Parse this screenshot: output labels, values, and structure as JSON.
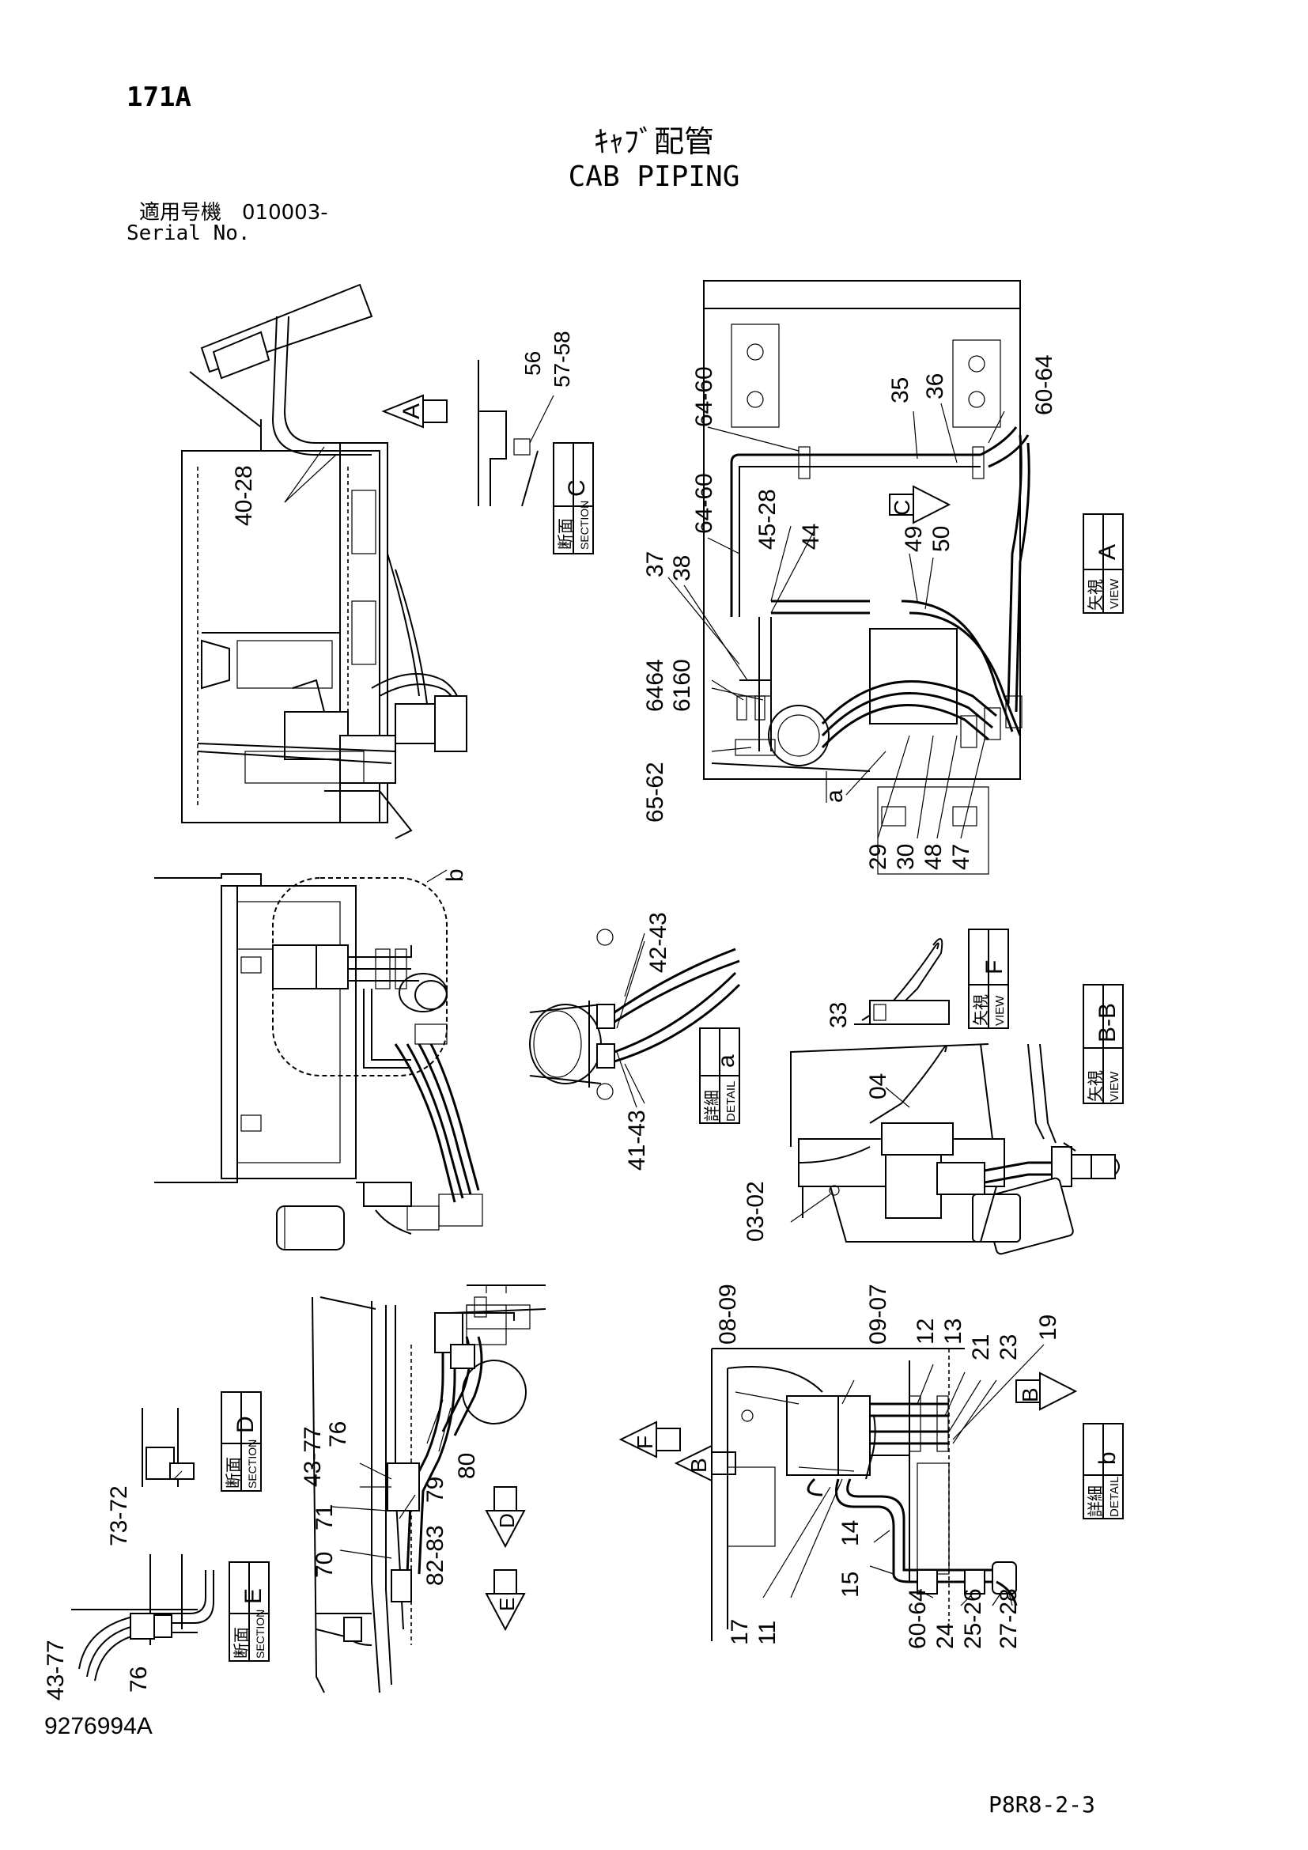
{
  "header": {
    "page_number": "171A",
    "title_jp": "ｷｬﾌﾞ配管",
    "title_en": "CAB PIPING",
    "serial_jp": "適用号機　010003-",
    "serial_en": "Serial No."
  },
  "footer": {
    "drawing_number": "9276994A",
    "sheet_code": "P8R8-2-3"
  },
  "views": {
    "section_c": {
      "jp": "断面",
      "en": "SECTION",
      "letter": "C"
    },
    "view_a": {
      "jp": "矢視",
      "en": "VIEW",
      "letter": "A"
    },
    "detail_a": {
      "jp": "詳細",
      "en": "DETAIL",
      "letter": "a"
    },
    "view_f": {
      "jp": "矢視",
      "en": "VIEW",
      "letter": "F"
    },
    "view_bb": {
      "jp": "矢視",
      "en": "VIEW",
      "letter": "B-B"
    },
    "section_d": {
      "jp": "断面",
      "en": "SECTION",
      "letter": "D"
    },
    "section_e": {
      "jp": "断面",
      "en": "SECTION",
      "letter": "E"
    },
    "detail_b": {
      "jp": "詳細",
      "en": "DETAIL",
      "letter": "b"
    }
  },
  "view_arrows": {
    "a1": "A",
    "c1": "C",
    "d1": "D",
    "e1": "E",
    "f1": "F",
    "b1": "B",
    "b2": "B"
  },
  "detail_markers": {
    "a": "a",
    "b": "b"
  },
  "callouts": {
    "c40_28": "40-28",
    "c56": "56",
    "c57_58": "57-58",
    "c64_60_top": "64-60",
    "c64_60_mid": "64-60",
    "c35": "35",
    "c36": "36",
    "c60_64_top": "60-64",
    "c45_28": "45-28",
    "c44": "44",
    "c49": "49",
    "c50": "50",
    "c37": "37",
    "c38": "38",
    "c6464": "6464",
    "c6160": "6160",
    "c65_62": "65-62",
    "c29": "29",
    "c30": "30",
    "c48": "48",
    "c47": "47",
    "c42_43": "42-43",
    "c41_43": "41-43",
    "c33": "33",
    "c04": "04",
    "c03_02": "03-02",
    "c08_09": "08-09",
    "c09_07": "09-07",
    "c12": "12",
    "c13": "13",
    "c21": "21",
    "c23": "23",
    "c19": "19",
    "c76_top": "76",
    "c43_77_top": "43-77",
    "c71": "71",
    "c70": "70",
    "c79": "79",
    "c80": "80",
    "c82_83": "82-83",
    "c73_72": "73-72",
    "c43_77_bot": "43-77",
    "c76_bot": "76",
    "c14": "14",
    "c15": "15",
    "c17": "17",
    "c11": "11",
    "c60_64_bot": "60-64",
    "c24": "24",
    "c25_26": "25-26",
    "c27_28": "27-28"
  }
}
